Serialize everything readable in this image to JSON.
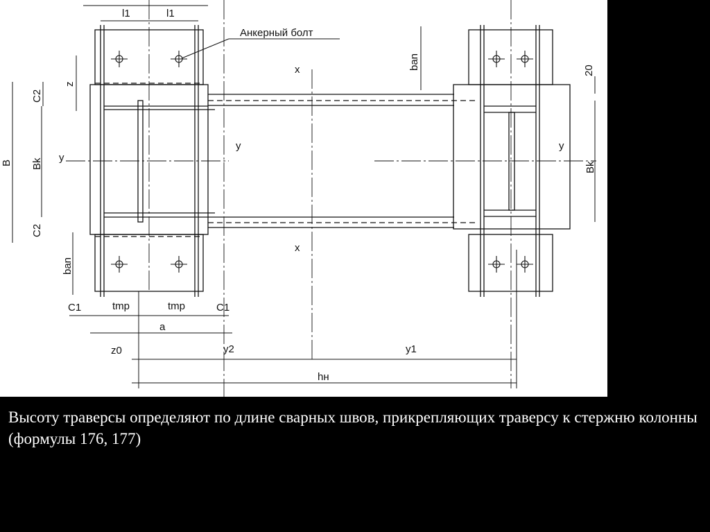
{
  "drawing": {
    "callout": "Анкерный болт",
    "labels": {
      "l1_left": "l1",
      "l1_right": "l1",
      "z": "z",
      "c2_top": "C2",
      "c2_bottom": "C2",
      "b": "B",
      "bk_left": "Bk",
      "bk_right": "Bk",
      "y_left": "y",
      "y_mid": "y",
      "y_right": "y",
      "x_top": "x",
      "x_bottom": "x",
      "ban_left": "ban",
      "ban_right": "ban",
      "c1_left": "C1",
      "c1_right": "C1",
      "tmp_left": "tmp",
      "tmp_right": "tmp",
      "a": "a",
      "z0": "z0",
      "y2": "y2",
      "y1": "y1",
      "hn": "hн",
      "twenty": "20"
    }
  },
  "caption": "Высоту траверсы определяют по длине сварных швов, прикрепляющих траверсу к стержню колонны (формулы 176, 177)"
}
